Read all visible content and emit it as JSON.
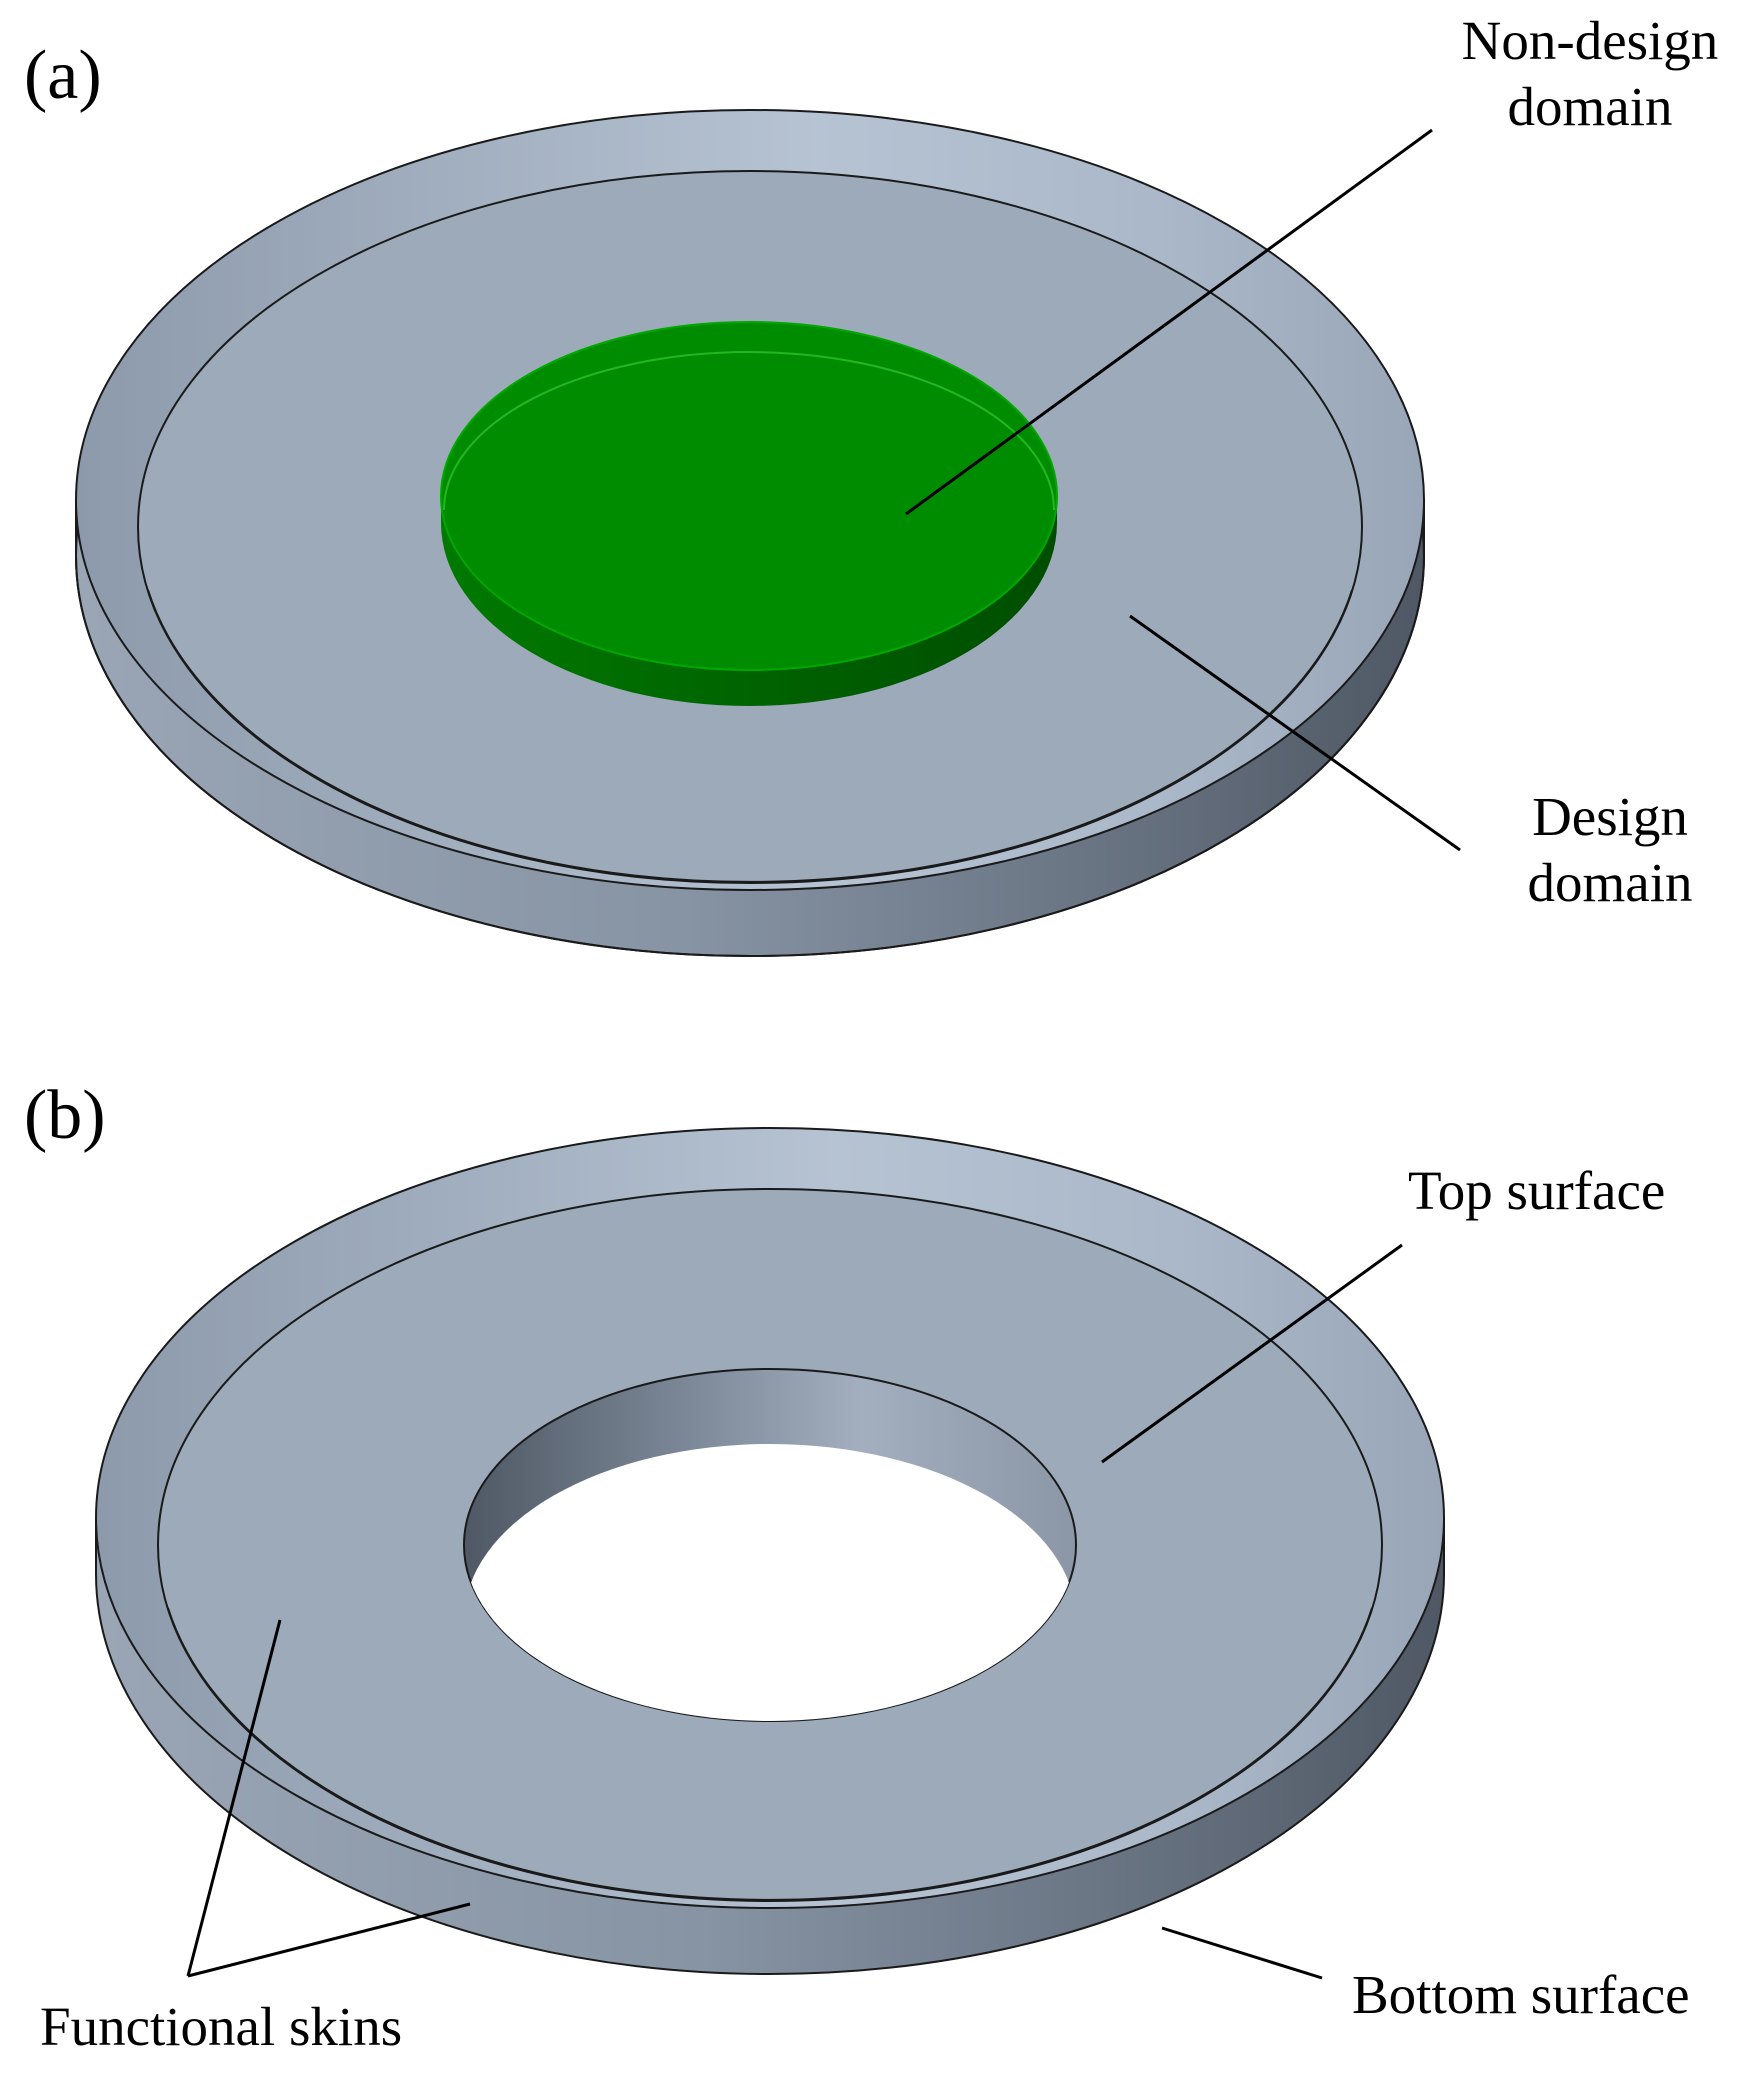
{
  "panels": [
    {
      "tag": "(a)"
    },
    {
      "tag": "(b)"
    }
  ],
  "annotations": {
    "non_design_line1": "Non-design",
    "non_design_line2": "domain",
    "design_line1": "Design",
    "design_line2": "domain",
    "top_surface": "Top surface",
    "bottom_surface": "Bottom surface",
    "functional_skins": "Functional skins"
  },
  "colors": {
    "top_face": "#9daab9",
    "rim_light": "#b4c2d2",
    "rim_mid": "#96a3b2",
    "side_light": "#8e9bab",
    "side_dark": "#545e6a",
    "non_design_green": "#008c00",
    "non_design_green_dark": "#005f00",
    "outline": "#1a1a1a"
  }
}
